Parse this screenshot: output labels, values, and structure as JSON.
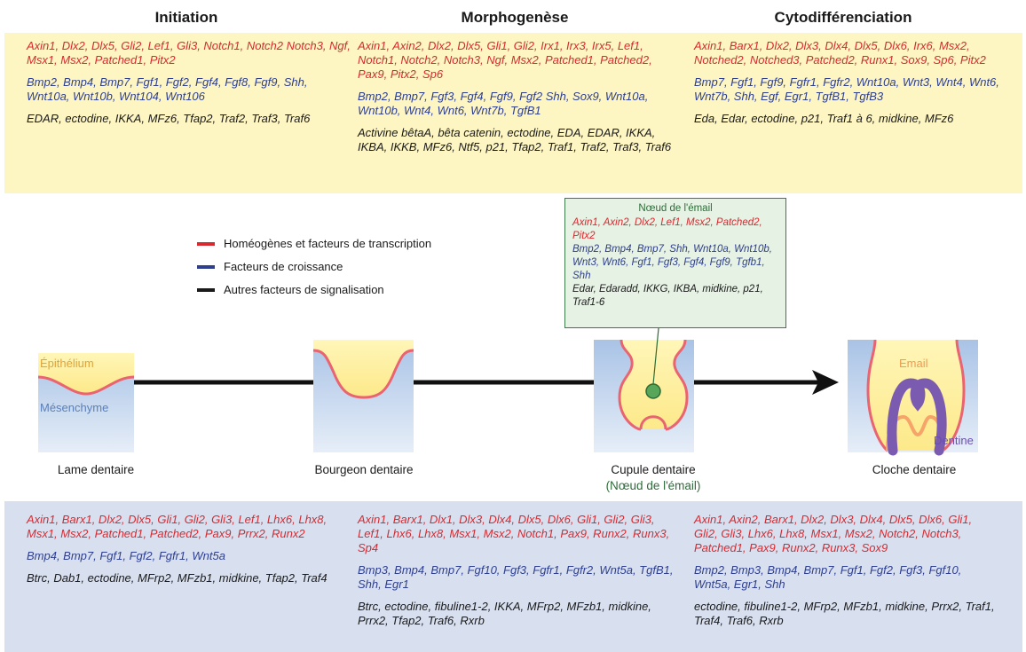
{
  "stages": {
    "initiation": "Initiation",
    "morphogenese": "Morphogenèse",
    "cytodiff": "Cytodifférenciation"
  },
  "top": {
    "col1": {
      "red": "Axin1, Dlx2, Dlx5, Gli2, Lef1, Gli3, Notch1, Notch2 Notch3, Ngf, Msx1, Msx2, Patched1, Pitx2",
      "blue": "Bmp2, Bmp4, Bmp7, Fgf1, Fgf2, Fgf4, Fgf8, Fgf9, Shh, Wnt10a, Wnt10b, Wnt104, Wnt106",
      "black": "EDAR, ectodine, IKKA, MFz6, Tfap2, Traf2, Traf3, Traf6"
    },
    "col2": {
      "red": "Axin1, Axin2, Dlx2, Dlx5, Gli1, Gli2, Irx1, Irx3, Irx5, Lef1, Notch1, Notch2, Notch3, Ngf, Msx2, Patched1, Patched2, Pax9, Pitx2, Sp6",
      "blue": "Bmp2, Bmp7, Fgf3, Fgf4, Fgf9, Fgf2 Shh, Sox9, Wnt10a, Wnt10b, Wnt4, Wnt6, Wnt7b, TgfB1",
      "black": "Activine bêtaA, bêta catenin, ectodine, EDA, EDAR, IKKA, IKBA, IKKB, MFz6, Ntf5, p21, Tfap2, Traf1, Traf2, Traf3, Traf6"
    },
    "col3": {
      "red": "Axin1, Barx1, Dlx2, Dlx3, Dlx4, Dlx5, Dlx6, Irx6, Msx2, Notched2, Notched3, Patched2, Runx1, Sox9, Sp6, Pitx2",
      "blue": "Bmp7, Fgf1, Fgf9, Fgfr1, Fgfr2, Wnt10a, Wnt3, Wnt4, Wnt6, Wnt7b, Shh, Egf, Egr1, TgfB1, TgfB3",
      "black": "Eda, Edar, ectodine, p21, Traf1 à 6, midkine, MFz6"
    }
  },
  "legend": {
    "homeo": "Homéogènes et facteurs de transcription",
    "growth": "Facteurs de croissance",
    "other": "Autres facteurs de signalisation"
  },
  "enamel_knot": {
    "title": "Nœud de l'émail",
    "red": "Axin1, Axin2, Dlx2, Lef1, Msx2, Patched2, Pitx2",
    "blue": "Bmp2, Bmp4, Bmp7, Shh, Wnt10a, Wnt10b, Wnt3, Wnt6, Fgf1, Fgf3, Fgf4, Fgf9, Tgfb1, Shh",
    "black": "Edar, Edaradd, IKKG, IKBA, midkine, p21, Traf1-6"
  },
  "tissues": {
    "epithelium": "Épithélium",
    "mesenchyme": "Mésenchyme",
    "email": "Email",
    "dentine": "Dentine"
  },
  "labels": {
    "lame": "Lame dentaire",
    "bourgeon": "Bourgeon dentaire",
    "cupule": "Cupule dentaire",
    "cupule_sub": "(Nœud de l'émail)",
    "cloche": "Cloche dentaire"
  },
  "bottom": {
    "col1": {
      "red": "Axin1, Barx1, Dlx2, Dlx5, Gli1, Gli2, Gli3, Lef1, Lhx6, Lhx8, Msx1, Msx2, Patched1, Patched2, Pax9, Prrx2, Runx2",
      "blue": "Bmp4, Bmp7, Fgf1, Fgf2, Fgfr1, Wnt5a",
      "black": "Btrc, Dab1, ectodine, MFrp2, MFzb1, midkine, Tfap2, Traf4"
    },
    "col2": {
      "red": "Axin1, Barx1, Dlx1, Dlx3, Dlx4, Dlx5, Dlx6, Gli1, Gli2, Gli3, Lef1, Lhx6, Lhx8, Msx1, Msx2, Notch1, Pax9, Runx2, Runx3, Sp4",
      "blue": "Bmp3, Bmp4, Bmp7, Fgf10, Fgf3, Fgfr1, Fgfr2, Wnt5a, TgfB1, Shh, Egr1",
      "black": "Btrc, ectodine, fibuline1-2, IKKA, MFrp2, MFzb1, midkine, Prrx2, Tfap2, Traf6, Rxrb"
    },
    "col3": {
      "red": "Axin1, Axin2, Barx1, Dlx2, Dlx3, Dlx4, Dlx5, Dlx6, Gli1, Gli2, Gli3, Lhx6, Lhx8, Msx1, Msx2, Notch2, Notch3, Patched1, Pax9, Runx2, Runx3, Sox9",
      "blue": "Bmp2, Bmp3, Bmp4, Bmp7, Fgf1, Fgf2, Fgf3, Fgf10, Wnt5a, Egr1, Shh",
      "black": "ectodine, fibuline1-2, MFrp2, MFzb1, midkine, Prrx2, Traf1, Traf4, Traf6, Rxrb"
    }
  },
  "colors": {
    "red": "#d72a30",
    "blue": "#2e3f8f",
    "black": "#1a1a1a",
    "yellow_band": "#fdf5c2",
    "blue_band": "#d8e0f0",
    "enamel": "#f6a46a",
    "dentine": "#7a5bb0"
  }
}
